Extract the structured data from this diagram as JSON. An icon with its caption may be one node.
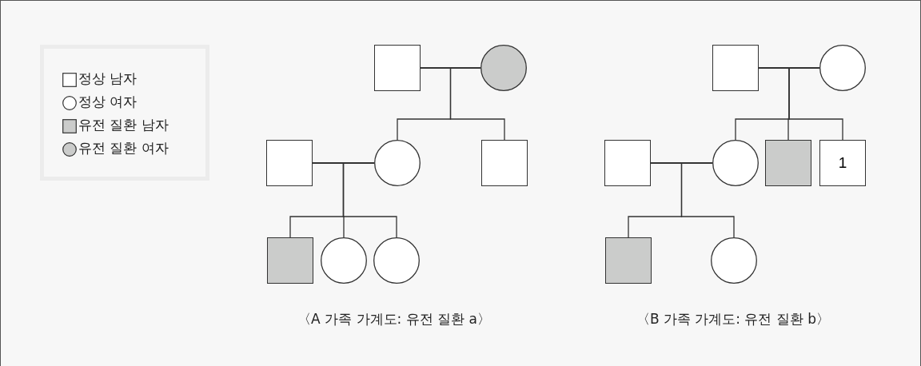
{
  "diagram": {
    "nodes": [
      {
        "text": [],
        "shape": "box"
      },
      {
        "text": [],
        "shape": "circle"
      },
      {
        "text": [],
        "shape": "box"
      },
      {
        "text": [],
        "shape": "circle"
      },
      {
        "text": [],
        "shape": "box"
      },
      {
        "text": [],
        "shape": "box"
      },
      {
        "text": [],
        "shape": "circle"
      },
      {
        "text": [],
        "shape": "circle"
      },
      {
        "text": [],
        "shape": "box"
      },
      {
        "text": [],
        "shape": "circle"
      },
      {
        "text": [],
        "shape": "box"
      },
      {
        "text": [],
        "shape": "circle"
      },
      {
        "text": [],
        "shape": "box"
      },
      {
        "text": [
          "1"
        ]
      },
      {
        "text": [],
        "shape": "box"
      },
      {
        "text": [],
        "shape": "circle"
      }
    ],
    "edges": [
      {
        "from": 0,
        "to": 1,
        "arrow": "none"
      },
      {
        "from": 0,
        "to": 3,
        "arrow": "none"
      },
      {
        "from": 1,
        "to": 3,
        "arrow": "none"
      },
      {
        "from": 0,
        "to": 4,
        "arrow": "none"
      },
      {
        "from": 1,
        "to": 4,
        "arrow": "none"
      },
      {
        "from": 2,
        "to": 3,
        "arrow": "none"
      },
      {
        "from": 2,
        "to": 5,
        "arrow": "none"
      },
      {
        "from": 3,
        "to": 5,
        "arrow": "none"
      },
      {
        "from": 2,
        "to": 6,
        "arrow": "none"
      },
      {
        "from": 3,
        "to": 6,
        "arrow": "none"
      },
      {
        "from": 2,
        "to": 7,
        "arrow": "none"
      },
      {
        "from": 3,
        "to": 7,
        "arrow": "none"
      },
      {
        "from": 8,
        "to": 9,
        "arrow": "none"
      },
      {
        "from": 8,
        "to": 11,
        "arrow": "none"
      },
      {
        "from": 9,
        "to": 11,
        "arrow": "none"
      },
      {
        "from": 8,
        "to": 12,
        "arrow": "none"
      },
      {
        "from": 9,
        "to": 12,
        "arrow": "none"
      },
      {
        "from": 8,
        "to": 13,
        "arrow": "none"
      },
      {
        "from": 9,
        "to": 13,
        "arrow": "none"
      },
      {
        "from": 10,
        "to": 11,
        "arrow": "none"
      },
      {
        "from": 10,
        "to": 14,
        "arrow": "none"
      },
      {
        "from": 11,
        "to": 14,
        "arrow": "none"
      },
      {
        "from": 10,
        "to": 15,
        "arrow": "none"
      },
      {
        "from": 11,
        "to": 15,
        "arrow": "none"
      }
    ],
    "labels": [
      "〈A 가족 가계도: 유전 질환 a〉",
      "〈B 가족 가계도: 유전 질환 b〉"
    ],
    "legend": [
      {
        "text": "정상 남자"
      },
      {
        "text": "정상 여자"
      },
      {
        "text": "유전 질환 남자"
      },
      {
        "text": "유전 질환 여자"
      }
    ]
  }
}
